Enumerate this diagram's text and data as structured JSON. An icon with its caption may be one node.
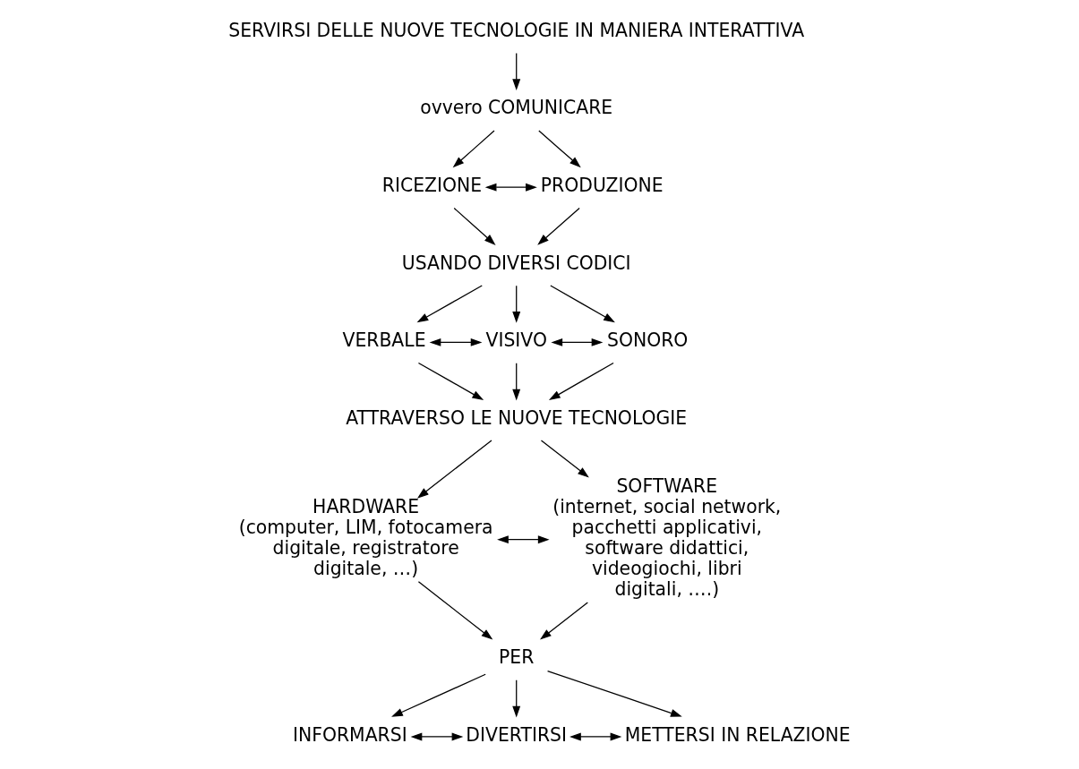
{
  "diagram": {
    "nodes": [
      {
        "text": [
          "SERVIRSI DELLE NUOVE TECNOLOGIE IN MANIERA INTERATTIVA"
        ]
      },
      {
        "text": [
          "ovvero COMUNICARE"
        ]
      },
      {
        "text": [
          "RICEZIONE"
        ]
      },
      {
        "text": [
          "PRODUZIONE"
        ]
      },
      {
        "text": [
          "USANDO DIVERSI CODICI"
        ]
      },
      {
        "text": [
          "VERBALE"
        ]
      },
      {
        "text": [
          "VISIVO"
        ]
      },
      {
        "text": [
          "SONORO"
        ]
      },
      {
        "text": [
          "ATTRAVERSO LE NUOVE TECNOLOGIE"
        ]
      },
      {
        "text": [
          "HARDWARE",
          "(computer, LIM, fotocamera digitale, registratore digitale, …)"
        ]
      },
      {
        "text": [
          "SOFTWARE",
          "(internet, social network, pacchetti applicativi, software didattici, videogiochi, libri digitali, ….)"
        ]
      },
      {
        "text": [
          "PER"
        ]
      },
      {
        "text": [
          "INFORMARSI"
        ]
      },
      {
        "text": [
          "DIVERTIRSI"
        ]
      },
      {
        "text": [
          "METTERSI IN RELAZIONE"
        ]
      }
    ],
    "edges": [
      {
        "from": 0,
        "to": 1,
        "arrow": "to"
      },
      {
        "from": 1,
        "to": 2,
        "arrow": "to"
      },
      {
        "from": 1,
        "to": 3,
        "arrow": "to"
      },
      {
        "from": 2,
        "to": 3,
        "arrow": "both"
      },
      {
        "from": 2,
        "to": 4,
        "arrow": "to"
      },
      {
        "from": 3,
        "to": 4,
        "arrow": "to"
      },
      {
        "from": 4,
        "to": 5,
        "arrow": "to"
      },
      {
        "from": 4,
        "to": 6,
        "arrow": "to"
      },
      {
        "from": 4,
        "to": 7,
        "arrow": "to"
      },
      {
        "from": 5,
        "to": 6,
        "arrow": "both"
      },
      {
        "from": 6,
        "to": 7,
        "arrow": "both"
      },
      {
        "from": 5,
        "to": 8,
        "arrow": "to"
      },
      {
        "from": 6,
        "to": 8,
        "arrow": "to"
      },
      {
        "from": 7,
        "to": 8,
        "arrow": "to"
      },
      {
        "from": 8,
        "to": 9,
        "arrow": "to"
      },
      {
        "from": 8,
        "to": 10,
        "arrow": "to"
      },
      {
        "from": 9,
        "to": 10,
        "arrow": "both"
      },
      {
        "from": 9,
        "to": 11,
        "arrow": "to"
      },
      {
        "from": 10,
        "to": 11,
        "arrow": "to"
      },
      {
        "from": 11,
        "to": 12,
        "arrow": "to"
      },
      {
        "from": 11,
        "to": 13,
        "arrow": "to"
      },
      {
        "from": 11,
        "to": 14,
        "arrow": "to"
      },
      {
        "from": 12,
        "to": 13,
        "arrow": "both"
      },
      {
        "from": 13,
        "to": 14,
        "arrow": "both"
      }
    ]
  }
}
